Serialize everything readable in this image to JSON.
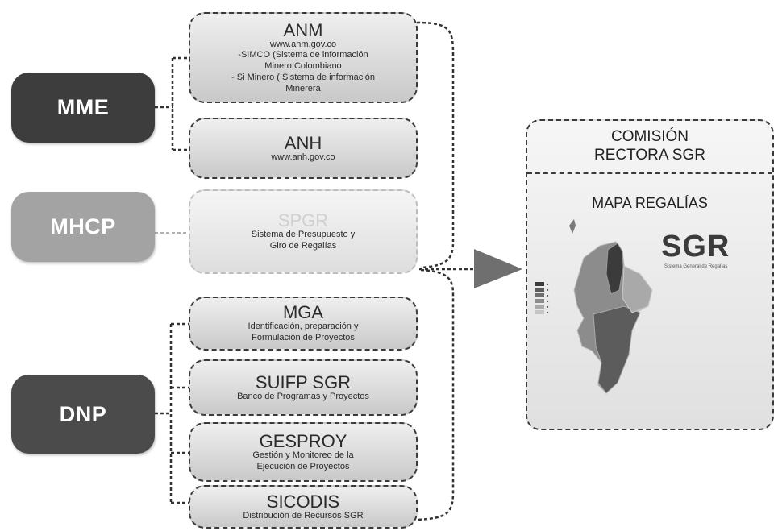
{
  "entities": {
    "mme": "MME",
    "mhcp": "MHCP",
    "dnp": "DNP"
  },
  "systems": {
    "anm": {
      "title": "ANM",
      "lines": [
        "www.anm.gov.co",
        "-SIMCO (Sistema de información",
        "Minero Colombiano",
        "- Si Minero ( Sistema de información",
        "Minerera"
      ]
    },
    "anh": {
      "title": "ANH",
      "lines": [
        "www.anh.gov.co"
      ]
    },
    "spgr": {
      "title": "SPGR",
      "lines": [
        "Sistema de Presupuesto y",
        "Giro de Regalías"
      ]
    },
    "mga": {
      "title": "MGA",
      "lines": [
        "Identificación, preparación y",
        "Formulación de Proyectos"
      ]
    },
    "suifp": {
      "title": "SUIFP SGR",
      "lines": [
        "Banco de Programas y Proyectos"
      ]
    },
    "gesproy": {
      "title": "GESPROY",
      "lines": [
        "Gestión y Monitoreo de la",
        "Ejecución de Proyectos"
      ]
    },
    "sicodis": {
      "title": "SICODIS",
      "lines": [
        "Distribución de Recursos SGR"
      ]
    }
  },
  "commission": {
    "title_line1": "COMISIÓN",
    "title_line2": "RECTORA SGR",
    "subtitle": "MAPA REGALÍAS",
    "logo_text": "SGR",
    "logo_subtitle": "Sistema General de Regalías"
  },
  "colors": {
    "mme": "#3d3d3d",
    "mhcp": "#a3a3a3",
    "dnp": "#4b4b4b",
    "arrow": "#6f6f6f"
  }
}
